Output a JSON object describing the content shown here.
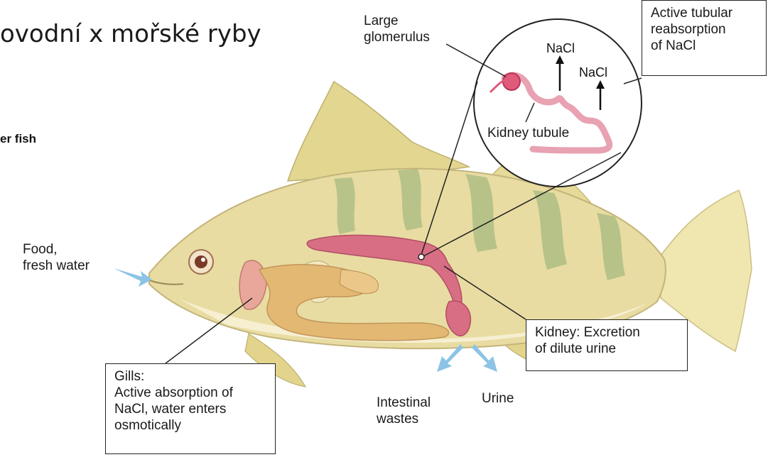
{
  "title": "ovodní x mořské ryby",
  "panel_label": "er fish",
  "labels": {
    "food": "Food,\nfresh water",
    "large_glomerulus": "Large\nglomerulus",
    "nacl_1": "NaCl",
    "nacl_2": "NaCl",
    "kidney_tubule": "Kidney tubule",
    "intestinal_wastes": "Intestinal\nwastes",
    "urine": "Urine"
  },
  "boxes": {
    "active_tubular": "Active tubular\nreabsorption\nof NaCl",
    "kidney_excretion": "Kidney: Excretion\nof dilute urine",
    "gills": "Gills:\nActive absorption of\nNaCl, water enters\nosmotically"
  },
  "colors": {
    "fish_body": "#e8dca2",
    "fish_stripes": "#8fae74",
    "fins": "#efe6b0",
    "kidney": "#d86e84",
    "organs": "#e3b872",
    "flow_arrows": "#8cc3e6",
    "tubule": "#e8a2b2"
  }
}
